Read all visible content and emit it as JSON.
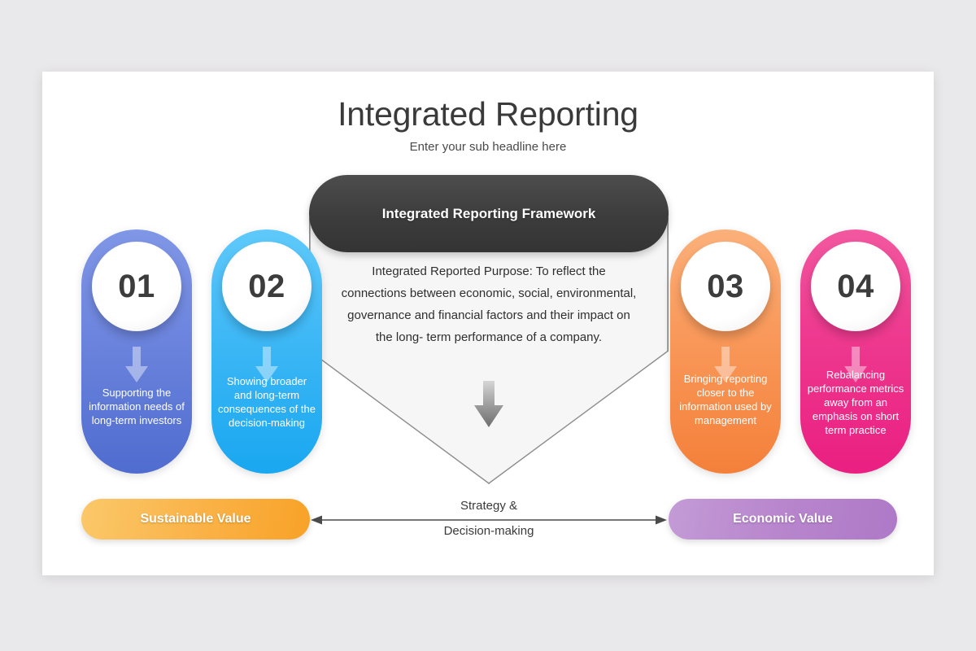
{
  "slide": {
    "title": "Integrated Reporting",
    "subtitle": "Enter your sub headline here"
  },
  "center_panel": {
    "header": "Integrated Reporting Framework",
    "body": "Integrated Reported Purpose: To reflect the connections between economic, social, environmental, governance and financial factors and their impact on the long- term performance of a company.",
    "down_arrow_icon": "down-arrow-icon"
  },
  "strategy": {
    "label_top": "Strategy &",
    "label_bottom": "Decision-making",
    "arrow_icon": "double-headed-arrow-icon"
  },
  "steps": [
    {
      "number": "01",
      "text": "Supporting the information needs of long-term investors",
      "color": "#6e86de",
      "arrow_icon": "down-arrow-icon"
    },
    {
      "number": "02",
      "text": "Showing broader and long-term consequences of the decision-making",
      "color": "#41b9f6",
      "arrow_icon": "down-arrow-icon"
    },
    {
      "number": "03",
      "text": "Bringing reporting closer to the information used by management",
      "color": "#f99a5c",
      "arrow_icon": "down-arrow-icon"
    },
    {
      "number": "04",
      "text": "Rebalancing performance metrics away from an emphasis on short term practice",
      "color": "#ee3b90",
      "arrow_icon": "down-arrow-icon"
    }
  ],
  "banners": {
    "left": {
      "label": "Sustainable Value",
      "color": "#fab44a"
    },
    "right": {
      "label": "Economic Value",
      "color": "#b886cd"
    }
  }
}
